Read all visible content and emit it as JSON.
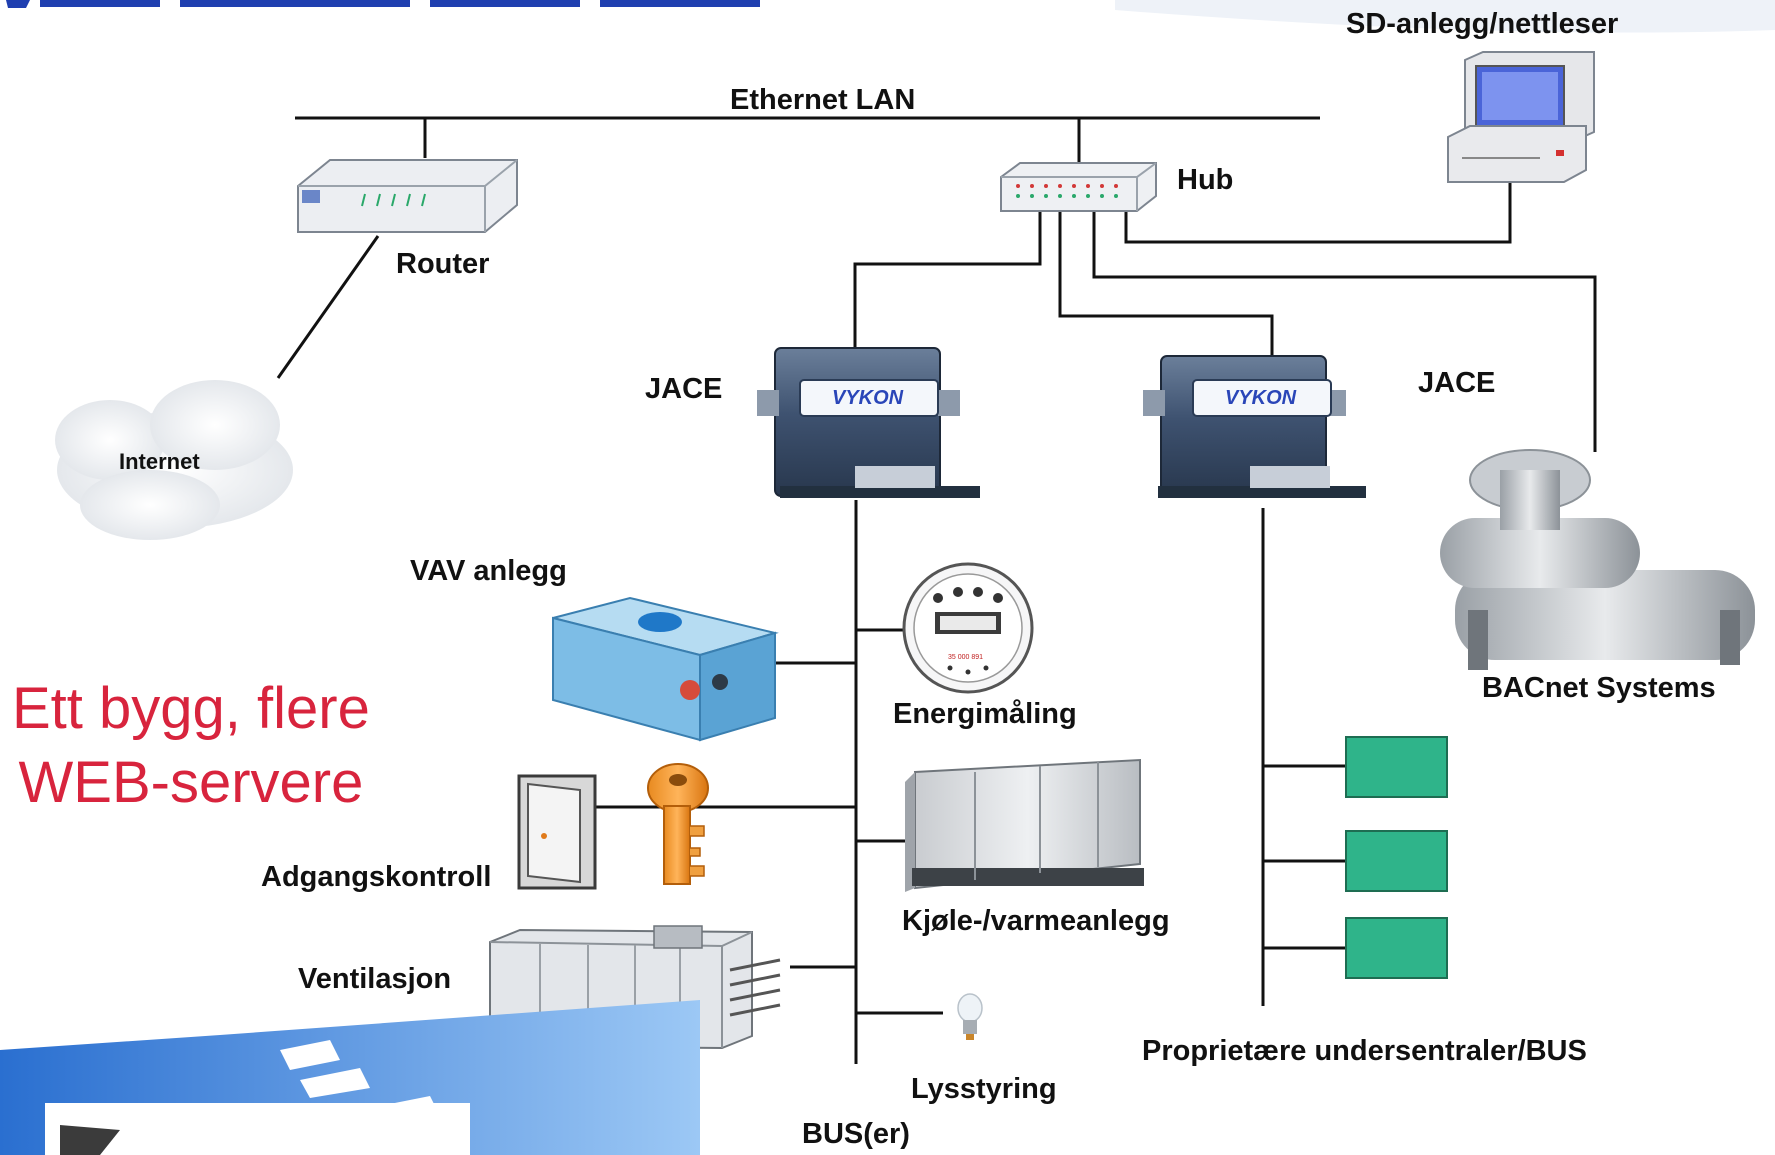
{
  "labels": {
    "sd_anlegg": "SD-anlegg/nettleser",
    "ethernet": "Ethernet LAN",
    "hub": "Hub",
    "router": "Router",
    "internet": "Internet",
    "jace_left": "JACE",
    "jace_right": "JACE",
    "vav": "VAV anlegg",
    "energi": "Energimåling",
    "bacnet": "BACnet Systems",
    "adgang": "Adgangskontroll",
    "kjole": "Kjøle-/varmeanlegg",
    "ventilasjon": "Ventilasjon",
    "lys": "Lysstyring",
    "bus": "BUS(er)",
    "proprietaere": "Proprietære undersentraler/BUS",
    "vykon": "VYKON",
    "meter_value": "35 000 891"
  },
  "slogan": {
    "line1": "Ett bygg, flere",
    "line2": "WEB-servere"
  },
  "colors": {
    "slogan": "#d8243d",
    "lines": "#111111",
    "bus_boxes": "#2fb48a",
    "jace_body": "#3a4d66",
    "title_blue": "#1f3fb0"
  }
}
